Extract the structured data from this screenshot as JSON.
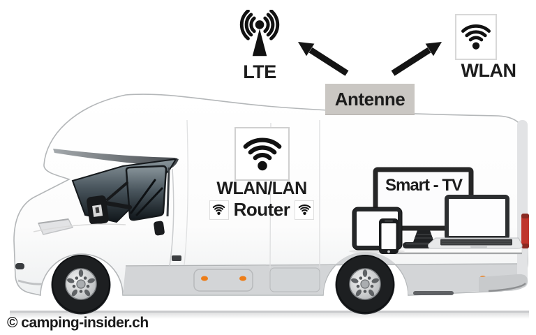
{
  "labels": {
    "lte": "LTE",
    "wlan": "WLAN",
    "antenne": "Antenne",
    "router_line1": "WLAN/LAN",
    "router_line2": "Router",
    "smart_tv": "Smart - TV"
  },
  "watermark": "© camping-insider.ch",
  "icons": {
    "lte": "lte-antenna-icon",
    "wlan": "wifi-icon",
    "router_main": "wifi-icon",
    "router_small_left": "wifi-icon",
    "router_small_right": "wifi-icon",
    "arrow_left": "arrow-up-left-icon",
    "arrow_right": "arrow-up-right-icon"
  },
  "colors": {
    "icon_black": "#111111",
    "antenne_box_gray": "#cac7c3",
    "taillight_red": "#bf352c",
    "marker_orange": "#ed7d18",
    "skirt_gray": "#d3d5d7",
    "window_dark": "#10161a",
    "box_border_gray": "#d8d8d8"
  }
}
